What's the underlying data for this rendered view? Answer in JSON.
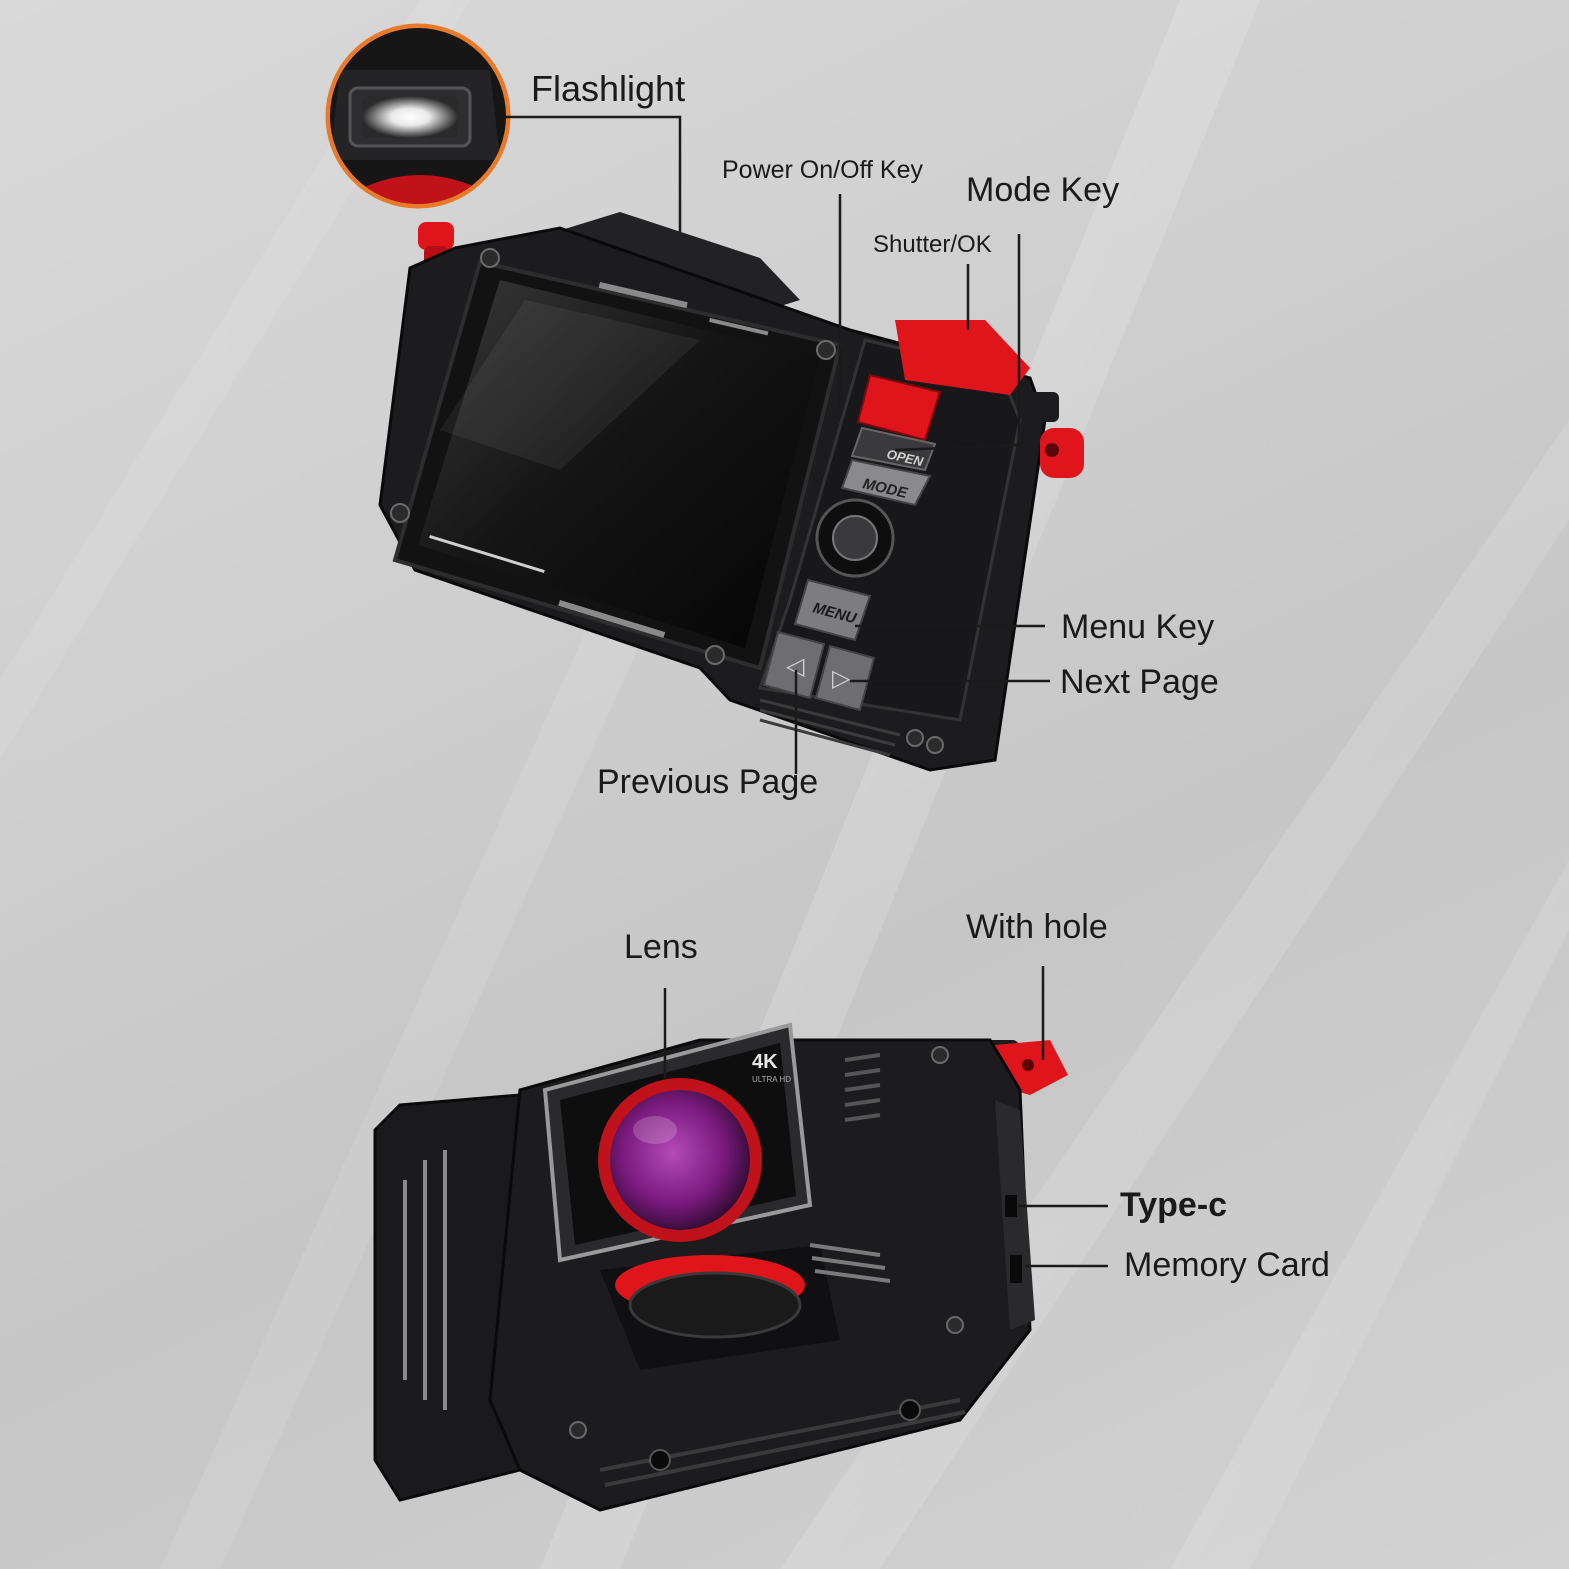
{
  "labels": {
    "flashlight": "Flashlight",
    "power_key": "Power On/Off Key",
    "mode_key": "Mode Key",
    "shutter_ok": "Shutter/OK",
    "menu_key": "Menu Key",
    "next_page": "Next Page",
    "previous_page": "Previous Page",
    "lens": "Lens",
    "with_hole": "With hole",
    "type_c": "Type-c",
    "memory_card": "Memory Card"
  },
  "device_text": {
    "button_open": "OPEN",
    "button_mode": "MODE",
    "button_menu": "MENU",
    "lens_badge": "4K",
    "lens_badge_sub": "ULTRA HD"
  },
  "colors": {
    "accent_red": "#e0141b",
    "body_black": "#1c1c1e",
    "lens_purple": "#8a1f8a",
    "callout_line": "#1a1a1a",
    "zoom_ring": "#e87a2a"
  }
}
